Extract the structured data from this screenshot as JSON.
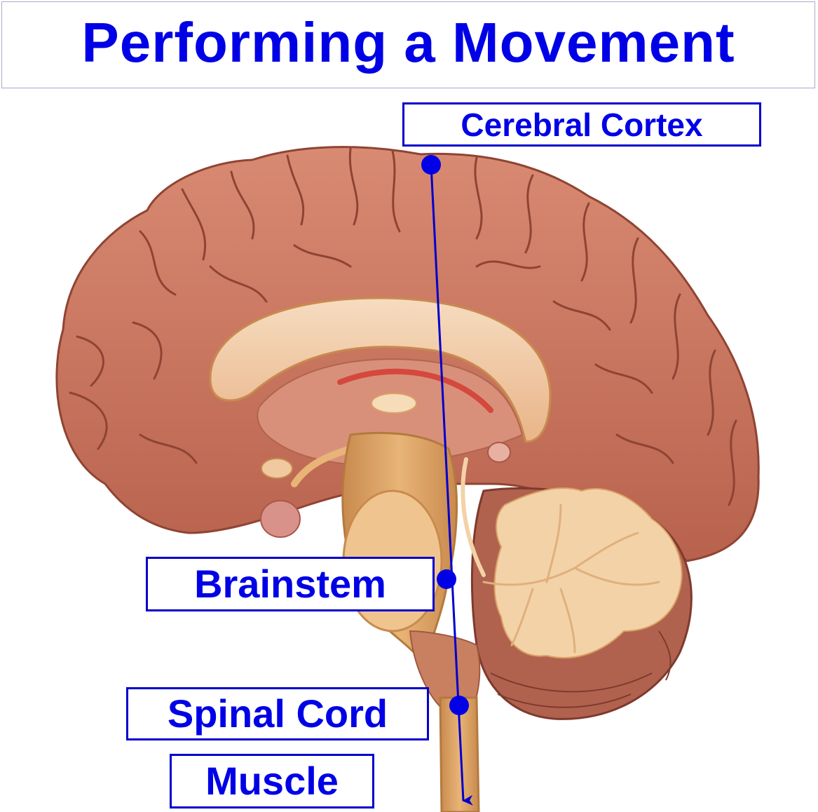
{
  "title": "Performing a Movement",
  "labels": {
    "cerebral_cortex": "Cerebral Cortex",
    "brainstem": "Brainstem",
    "spinal_cord": "Spinal Cord",
    "muscle": "Muscle"
  },
  "colors": {
    "accent": "#0000e6",
    "cortex": "#c9735c",
    "cortex_dark": "#9e4f3c",
    "inner": "#f0c9a0",
    "stem": "#d9a064",
    "cerebellum": "#a9574a",
    "arbor": "#f3d2a8"
  },
  "icons": {
    "pathway_arrow": "arrow-down-icon",
    "node_marker": "dot-icon"
  }
}
